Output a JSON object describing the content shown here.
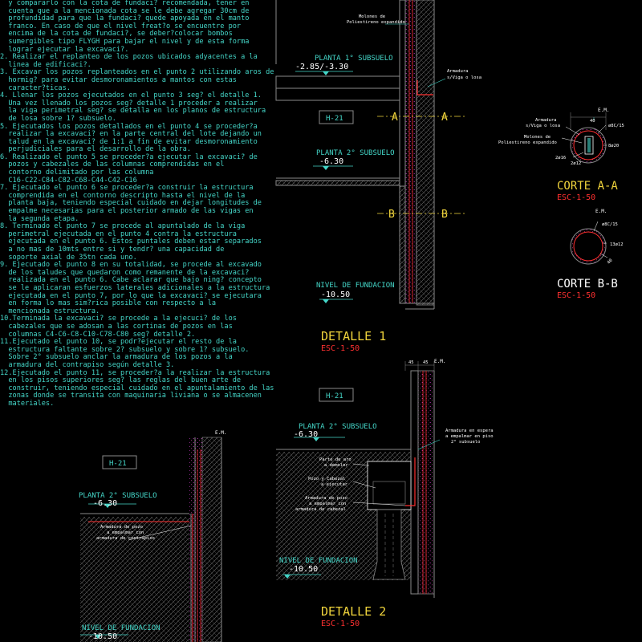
{
  "notes": [
    "  y compararlo con la cota de fundaci? recomendada, tener en",
    "  cuenta que a la mencionada cota se le debe agregar 30cm de",
    "  profundidad para que la fundaci? quede apoyada en el manto",
    "  franco. En caso de que el nivel freat?o se encuentre por",
    "  encima de la cota de fundaci?, se deber?colocar bombos",
    "  sumergibles tipo FLYGH para bajar el nivel y de esta forma",
    "  lograr ejecutar la excavaci?.",
    "2. Realizar el replanteo de los pozos ubicados adyacentes a la",
    "  linea de edificaci?.",
    "3. Excavar los pozos replanteados en el punto 2 utilizando aros de",
    "  hormig? para evitar desmoronamientos a mantos con estas",
    "  caracter?ticas.",
    "4. Llenar los pozos ejecutados en el punto 3 seg? el detalle 1.",
    "  Una vez llenado los pozos seg? detalle 1 proceder a realizar",
    "  la viga perimetral seg? se detalla en los planos de estructura",
    "  de losa sobre 1? subsuelo.",
    "5. Ejecutados los pozos detallados en el punto 4 se proceder?a",
    "  realizar la excavaci? en la parte central del lote dejando un",
    "  talud en la excavaci? de 1:1 a fin de evitar desmoronamiento",
    "  perjudiciales para el desarrollo de la obra.",
    "6. Realizado el punto 5 se proceder?a ejecutar la excavaci? de",
    "  pozos y cabezales de las columnas comprendidas en el",
    "  contorno delimitado por las columna",
    "  C16-C22-C84-C82-C68-C44-C42-C16",
    "7. Ejecutado el punto 6 se proceder?a construir la estructura",
    "  comprendida en el contorno descripto hasta el nivel de la",
    "  planta baja, teniendo especial cuidado en dejar longitudes de",
    "  empalme necesarias para el posterior armado de las vigas en",
    "  la segunda etapa.",
    "8. Terminado el punto 7 se procede al apuntalado de la viga",
    "  perimetral ejecutada en el punto 4 contra la estructura",
    "  ejecutada en el punto 6. Estos puntales deben estar separados",
    "  a no mas de 10mts entre si y tendr? una capacidad de",
    "  soporte axial de 35tn cada uno.",
    "9. Ejecutado el punto 8 en su totalidad, se procede al excavado",
    "  de los taludes que quedaron como remanente de la excavaci?",
    "  realizada en el punto 6. Cabe aclarar que bajo ning? concepto",
    "  se le aplicaran esfuerzos laterales adicionales a la estructura",
    "  ejecutada en el punto 7, por lo que la excavaci? se ejecutara",
    "  en forma lo mas sim?rica posible con respecto a la",
    "  mencionada estructura.",
    "10.Terminada la excavaci? se procede a la ejecuci? de los",
    "  cabezales que se adosan a las cortinas de pozos en las",
    "  columnas C4-C6-C8-C10-C78-C80 seg? detalle 2.",
    "11.Ejecutado el punto 10, se podr?ejecutar el resto de la",
    "  estructura faltante sobre 2? subsuelo y sobre 1? subsuelo.",
    "  Sobre 2° subsuelo anclar la armadura de los pozos a la",
    "  armadura del contrapiso según detalle 3.",
    "12.Ejecutado el punto 11, se proceder?a la realizar la estructura",
    "  en los pisos superiores seg? las reglas del buen arte de",
    "  construir, teniendo especial cuidado en el apuntalamiento de las",
    "  zonas donde se transita con maquinaria liviana o se almacenen",
    "  materiales."
  ],
  "detalle1": {
    "title": "DETALLE 1",
    "scale": "ESC-1-50",
    "tag": "H-21",
    "planta1": "PLANTA 1° SUBSUELO",
    "planta1_level": "-2.85/-3.30",
    "planta2": "PLANTA 2° SUBSUELO",
    "planta2_level": "-6.30",
    "fundacion": "NIVEL DE FUNDACION",
    "fundacion_level": "-10.50",
    "cut_a": "A",
    "cut_b": "B",
    "note_pol1": "Molones de",
    "note_pol2": "Poliestireno expandido",
    "note_arm1": "Armadura",
    "note_arm2": "s/Viga o losa"
  },
  "corte_a": {
    "title": "CORTE A-A",
    "scale": "ESC-1-50",
    "em": "E.M.",
    "dim": "40",
    "note_arm1": "Armadura",
    "note_arm2": "s/Viga o losa",
    "note_pol1": "Molones de",
    "note_pol2": "Poliestireno expandido",
    "bar1": "ø8C/15",
    "bar2": "8ø20",
    "bar3": "2ø16",
    "bar4": "2ø12"
  },
  "corte_b": {
    "title": "CORTE B-B",
    "scale": "ESC-1-50",
    "em": "E.M.",
    "bar1": "ø8C/15",
    "bar2": "13ø12",
    "dim": "40"
  },
  "detalle2": {
    "title": "DETALLE 2",
    "scale": "ESC-1-50",
    "tag": "H-21",
    "planta2": "PLANTA 2° SUBSUELO",
    "planta2_level": "-6.30",
    "fundacion": "NIVEL DE FUNDACION",
    "fundacion_level": "-10.50",
    "dim1": "45",
    "dim2": "45",
    "em": "E.M.",
    "note_esp1": "Armadura en espera",
    "note_esp2": "a empalmar en piso",
    "note_esp3": "2° subsuelo",
    "note_parte1": "Parte de aro",
    "note_parte2": "a demoler",
    "note_pozo1": "Pozo y Cabezal",
    "note_pozo2": "a ejecutar",
    "note_arm1": "Armadura de pozo",
    "note_arm2": "a empalmar con",
    "note_arm3": "armadura de cabezal"
  },
  "detalle3": {
    "tag": "H-21",
    "em": "E.M.",
    "planta2": "PLANTA 2° SUBSUELO",
    "planta2_level": "-6.30",
    "note1": "Armadura de pozo",
    "note2": "a empalmar con",
    "note3": "armadura de contrapiso",
    "fundacion": "NIVEL DE FUNDACION",
    "fundacion_level": "-10.50"
  },
  "colors": {
    "cyan": "#44d6c8",
    "red": "#ff3030",
    "yellow": "#f0d43c",
    "magenta": "#e040e0",
    "gray": "#8a8a8a",
    "white": "#ffffff"
  }
}
